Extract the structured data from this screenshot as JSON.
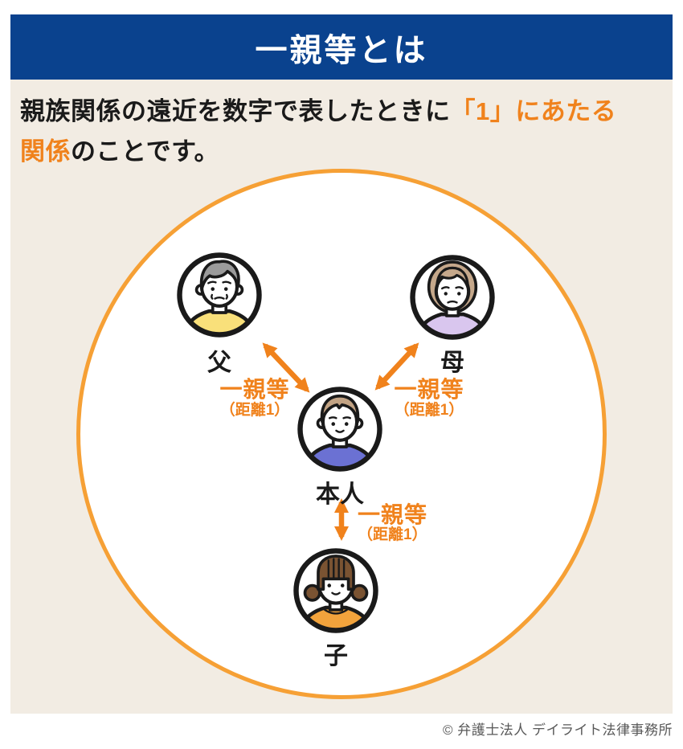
{
  "colors": {
    "header_bg": "#0a428e",
    "header_text": "#ffffff",
    "panel_bg": "#f2ece3",
    "accent_orange": "#f0821c",
    "circle_orange": "#f6a035",
    "outline": "#1a1a1a",
    "footer_text": "#595959",
    "father_shirt": "#f9e07a",
    "father_hair": "#9b9b9b",
    "mother_shirt": "#d9c6ee",
    "mother_hair": "#c5a88b",
    "self_shirt": "#6b71d3",
    "self_hair": "#c2a384",
    "child_shirt": "#f2a33c",
    "child_hair": "#7a5332"
  },
  "header": {
    "title": "一親等とは"
  },
  "intro": {
    "line1_black": "親族関係の遠近を数字で表したときに",
    "line1_orange": "「1」にあたる",
    "line2_orange": "関係",
    "line2_black": "のことです。"
  },
  "diagram": {
    "people": [
      {
        "id": "father",
        "label": "父"
      },
      {
        "id": "mother",
        "label": "母"
      },
      {
        "id": "self",
        "label": "本人"
      },
      {
        "id": "child",
        "label": "子"
      }
    ],
    "relations": [
      {
        "from": "本人",
        "to": "父",
        "label": "一親等",
        "sublabel": "（距離1）"
      },
      {
        "from": "本人",
        "to": "母",
        "label": "一親等",
        "sublabel": "（距離1）"
      },
      {
        "from": "本人",
        "to": "子",
        "label": "一親等",
        "sublabel": "（距離1）"
      }
    ]
  },
  "footer": {
    "copyright": "© 弁護士法人 デイライト法律事務所"
  }
}
